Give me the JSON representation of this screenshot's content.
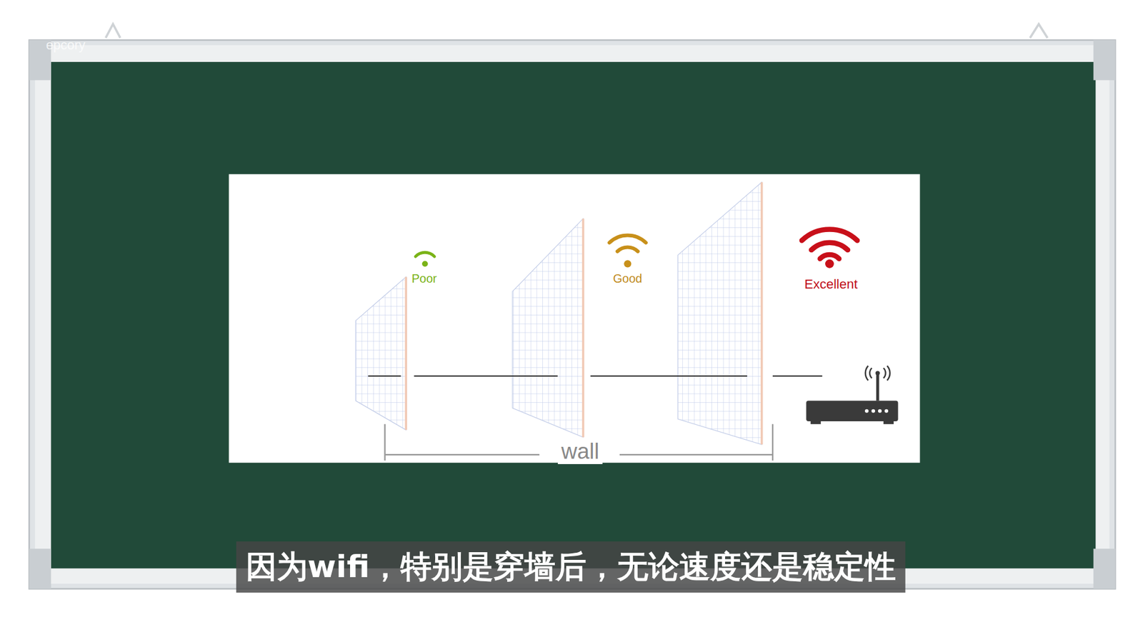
{
  "diagram": {
    "caption": "因为wifi，特别是穿墙后，无论速度还是稳定性",
    "labels": [
      "epcory",
      "Poor",
      "Good",
      "Excellent",
      "wall"
    ]
  }
}
